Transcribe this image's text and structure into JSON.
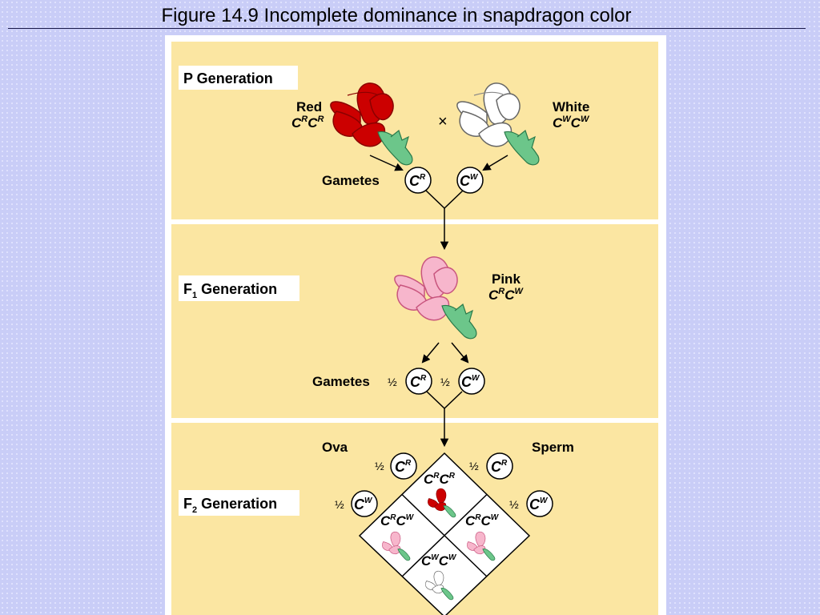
{
  "title": "Figure 14.9  Incomplete dominance in snapdragon color",
  "colors": {
    "red": "#cc0000",
    "red_dark": "#8a0000",
    "white": "#ffffff",
    "pink": "#f7b6cc",
    "stem": "#6cc68a",
    "panel": "#fbe6a2"
  },
  "p_generation": {
    "label": "P Generation",
    "cross_symbol": "×",
    "parent_red": {
      "name": "Red",
      "genotype": {
        "a": "C",
        "a_sup": "R",
        "b": "C",
        "b_sup": "R"
      }
    },
    "parent_white": {
      "name": "White",
      "genotype": {
        "a": "C",
        "a_sup": "W",
        "b": "C",
        "b_sup": "W"
      }
    },
    "gametes_label": "Gametes",
    "gametes": [
      {
        "c": "C",
        "sup": "R"
      },
      {
        "c": "C",
        "sup": "W"
      }
    ]
  },
  "f1_generation": {
    "label_main": "F",
    "label_sub": "1",
    "label_rest": " Generation",
    "offspring": {
      "name": "Pink",
      "genotype": {
        "a": "C",
        "a_sup": "R",
        "b": "C",
        "b_sup": "W"
      }
    },
    "gametes_label": "Gametes",
    "gametes": [
      {
        "frac": "½",
        "c": "C",
        "sup": "R"
      },
      {
        "frac": "½",
        "c": "C",
        "sup": "W"
      }
    ]
  },
  "f2_generation": {
    "label_main": "F",
    "label_sub": "2",
    "label_rest": " Generation",
    "ova_label": "Ova",
    "sperm_label": "Sperm",
    "ova": [
      {
        "frac": "½",
        "c": "C",
        "sup": "R"
      },
      {
        "frac": "½",
        "c": "C",
        "sup": "W"
      }
    ],
    "sperm": [
      {
        "frac": "½",
        "c": "C",
        "sup": "R"
      },
      {
        "frac": "½",
        "c": "C",
        "sup": "W"
      }
    ],
    "cells": [
      {
        "a": "C",
        "a_sup": "R",
        "b": "C",
        "b_sup": "R",
        "color": "red"
      },
      {
        "a": "C",
        "a_sup": "R",
        "b": "C",
        "b_sup": "W",
        "color": "pink"
      },
      {
        "a": "C",
        "a_sup": "R",
        "b": "C",
        "b_sup": "W",
        "color": "pink"
      },
      {
        "a": "C",
        "a_sup": "W",
        "b": "C",
        "b_sup": "W",
        "color": "white"
      }
    ]
  }
}
